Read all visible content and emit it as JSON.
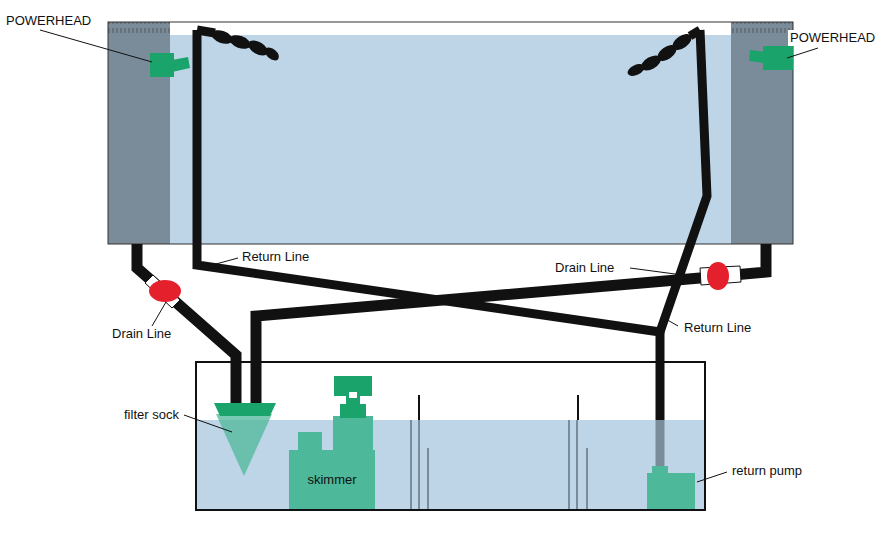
{
  "diagram": {
    "nodes": [
      {
        "text": [
          "skimmer"
        ]
      }
    ],
    "labels": [
      "POWERHEAD",
      "POWERHEAD",
      "Return Line",
      "Return Line",
      "Drain Line",
      "Drain Line",
      "filter sock",
      "return pump"
    ]
  }
}
